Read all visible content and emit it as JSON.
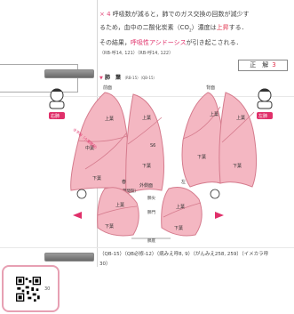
{
  "explanation": {
    "marker": "× 4",
    "line1_a": "呼吸数が減ると，肺でのガス交換の回数が減少す",
    "line2_a": "るため，血中の二酸化炭素（CO",
    "co2_sub": "2",
    "line2_b": "）濃度は",
    "line2_up": "上昇",
    "line2_c": "する．",
    "line3_a": "その結果，",
    "line3_term": "呼吸性アシドーシス",
    "line3_b": "が引き起こされる．",
    "source": "（RB-呼14, 121）（RB-呼14, 122）"
  },
  "answer": {
    "label": "正　解",
    "value": "3"
  },
  "section": {
    "bullet": "▼",
    "title": "肺　葉",
    "refs": "（RB-15）（QB-15）"
  },
  "diagram": {
    "label_right_lung": "右肺",
    "label_left_lung": "左肺",
    "label_front_right": "前面",
    "label_back": "背面",
    "label_upper": "上葉",
    "label_middle": "中葉",
    "label_lower": "下葉",
    "label_horizontal_fissure": "水平裂（小葉間裂）",
    "label_s6": "S6",
    "label_oblique_fissure": "斜裂（大葉間裂）",
    "label_spring": "春",
    "label_lateral": "外側面",
    "label_apex": "肺尖",
    "label_hilum": "肺門",
    "label_base": "肺底",
    "label_left_side": "左",
    "label_right_side": "右"
  },
  "reference": {
    "line1": "（QB-15）（QB必修-12）（病みえ呼8, 9）（がんみえ258, 259）（イメカラ呼",
    "line2": "30）"
  },
  "qr": {
    "page_num": "30"
  },
  "colors": {
    "lung_fill": "#f4b7c2",
    "lung_stroke": "#d57b8d",
    "accent_pink": "#e0306a",
    "qr_border": "#e7a0b3"
  }
}
